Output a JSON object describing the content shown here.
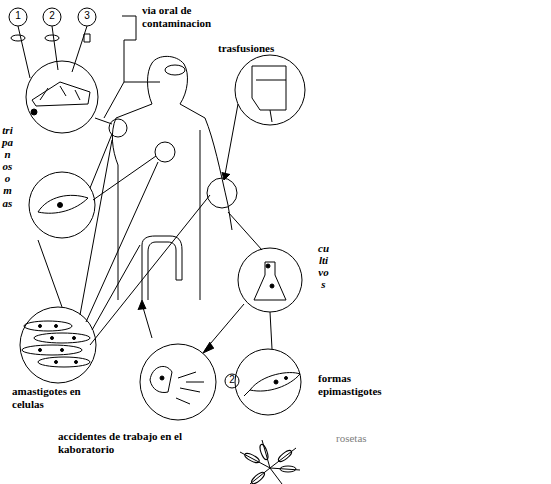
{
  "diagram": {
    "labels": [
      "1",
      "2",
      "3",
      "via oral de contaminacion",
      "trasfusiones",
      "tripanosomas",
      "cultivos",
      "amastigotes en celulas",
      "formas epimastigotes",
      "2",
      "rosetas",
      "accidentes de trabajo en el kaboratorio"
    ]
  }
}
